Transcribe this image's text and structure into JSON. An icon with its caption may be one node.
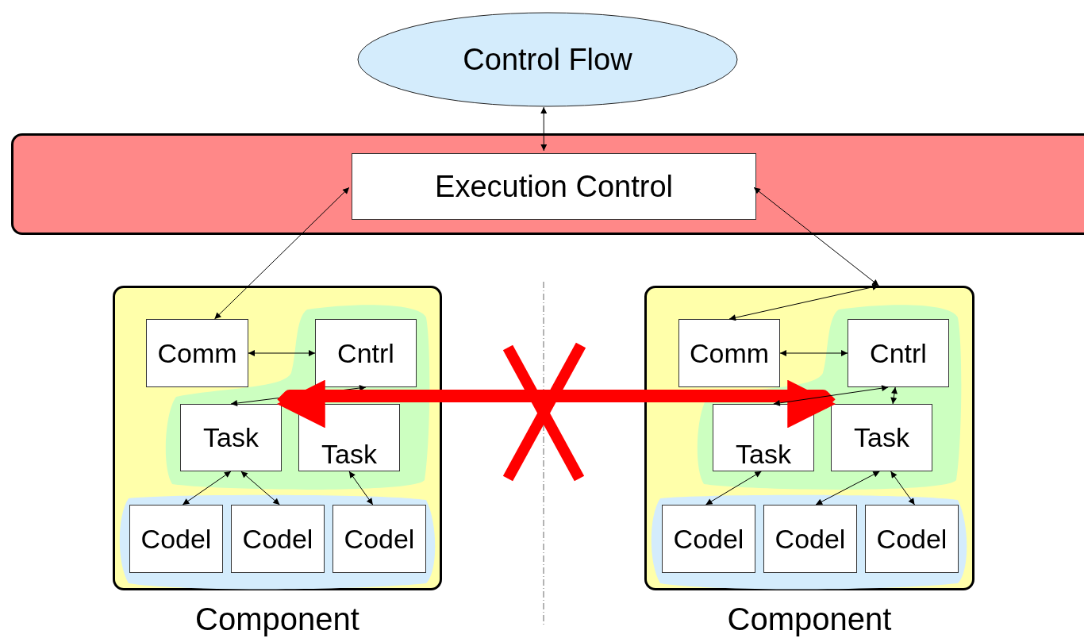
{
  "diagram": {
    "nodes": [
      {
        "text": [
          "Control Flow"
        ]
      },
      {
        "text": [],
        "shape": "box"
      },
      {
        "text": [
          "Execution Control"
        ],
        "in": 1
      },
      {
        "text": [
          "Component"
        ]
      },
      {
        "text": [
          "Comm"
        ],
        "in": 3
      },
      {
        "text": [
          "Cntrl"
        ],
        "in": 3
      },
      {
        "text": [
          "Task"
        ],
        "in": 3
      },
      {
        "text": [
          "Task"
        ],
        "in": 3
      },
      {
        "text": [
          "Codel"
        ],
        "in": 3
      },
      {
        "text": [
          "Codel"
        ],
        "in": 3
      },
      {
        "text": [
          "Codel"
        ],
        "in": 3
      },
      {
        "text": [
          "Component"
        ]
      },
      {
        "text": [
          "Comm"
        ],
        "in": 11
      },
      {
        "text": [
          "Cntrl"
        ],
        "in": 11
      },
      {
        "text": [
          "Task"
        ],
        "in": 11
      },
      {
        "text": [
          "Task"
        ],
        "in": 11
      },
      {
        "text": [
          "Codel"
        ],
        "in": 11
      },
      {
        "text": [
          "Codel"
        ],
        "in": 11
      },
      {
        "text": [
          "Codel"
        ],
        "in": 11
      }
    ],
    "edges": [
      {
        "from": 0,
        "to": 2,
        "arrow": "both"
      },
      {
        "from": 2,
        "to": 4,
        "arrow": "both"
      },
      {
        "from": 2,
        "to": 11,
        "arrow": "both"
      },
      {
        "from": 11,
        "to": 12,
        "arrow": "both"
      },
      {
        "from": 4,
        "to": 5,
        "arrow": "both"
      },
      {
        "from": 5,
        "to": 6,
        "arrow": "both"
      },
      {
        "from": 6,
        "to": 8,
        "arrow": "both"
      },
      {
        "from": 6,
        "to": 9,
        "arrow": "both"
      },
      {
        "from": 7,
        "to": 10,
        "arrow": "both"
      },
      {
        "from": 6,
        "to": 15,
        "arrow": "both",
        "style": "thick",
        "color": "#ff0000"
      },
      {
        "from": 12,
        "to": 13,
        "arrow": "both"
      },
      {
        "from": 14,
        "to": 13,
        "arrow": "both"
      },
      {
        "from": 15,
        "to": 13,
        "arrow": "both"
      },
      {
        "from": 14,
        "to": 16,
        "arrow": "both"
      },
      {
        "from": 15,
        "to": 17,
        "arrow": "both"
      },
      {
        "from": 15,
        "to": 18,
        "arrow": "both"
      }
    ]
  }
}
